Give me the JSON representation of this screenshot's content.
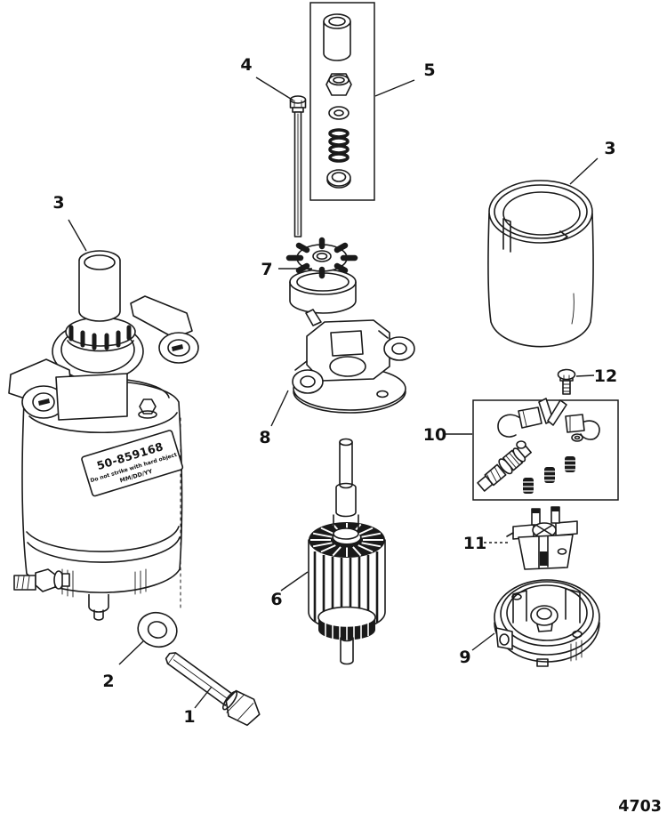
{
  "figure": {
    "code": "4703"
  },
  "colors": {
    "line": "#1a1a1a",
    "paper": "#ffffff"
  },
  "motor_label": {
    "part_number": "50-859168",
    "caution": "Do not strike with hard object",
    "date": "MM/DD/YY"
  },
  "callouts": {
    "n1": "1",
    "n2": "2",
    "n3_assembly": "3",
    "n3_frame": "3",
    "n4": "4",
    "n5": "5",
    "n6": "6",
    "n7": "7",
    "n8": "8",
    "n9": "9",
    "n10": "10",
    "n11": "11",
    "n12": "12"
  }
}
